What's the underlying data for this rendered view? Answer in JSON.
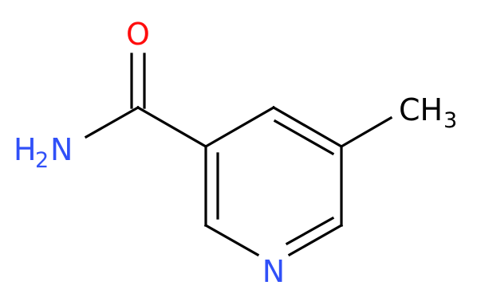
{
  "molecule": {
    "atoms": {
      "oxygen": "O",
      "nitrogen_ring": "N",
      "amine_prefix": "H",
      "amine_sub": "2",
      "amine_suffix": "N",
      "methyl_prefix": "CH",
      "methyl_sub": "3"
    },
    "colors": {
      "bond": "#000000",
      "oxygen": "#ff0d0d",
      "nitrogen": "#3050f8",
      "carbon": "#000000"
    }
  }
}
